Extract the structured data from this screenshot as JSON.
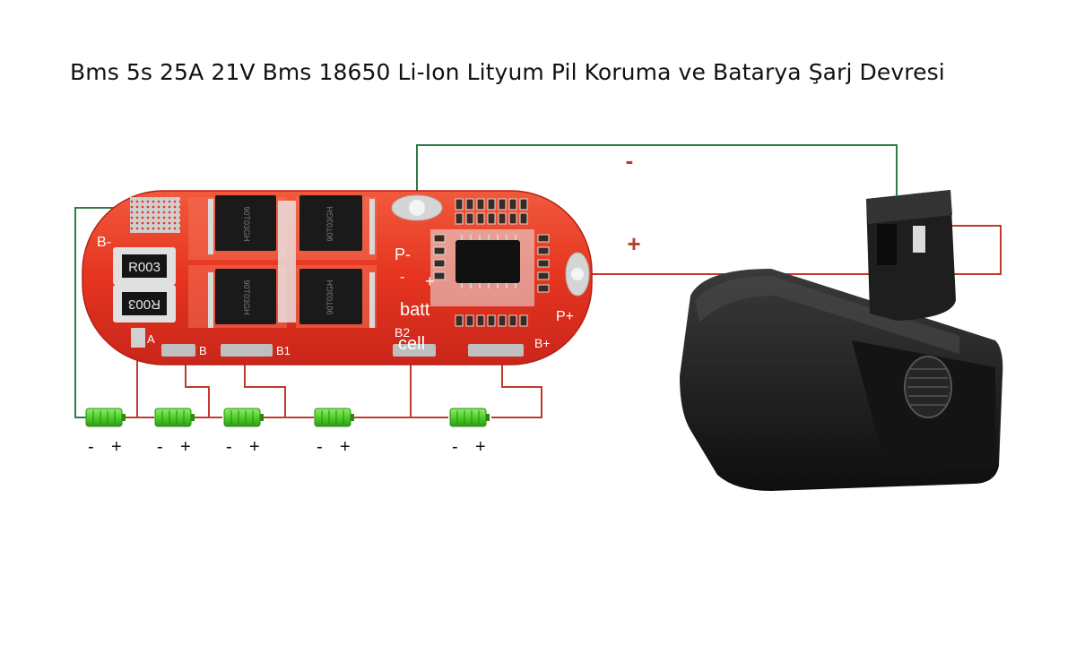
{
  "title": "Bms 5s 25A 21V Bms 18650 Li-Ion Lityum Pil Koruma ve Batarya Şarj Devresi",
  "wire_labels": {
    "negative": "-",
    "positive": "+"
  },
  "board": {
    "pads": {
      "b_minus": "B-",
      "a": "A",
      "b": "B",
      "b1": "B1",
      "b2": "B2",
      "b_plus": "B+",
      "p_minus": "P-",
      "p_plus": "P+"
    },
    "silk": {
      "minus": "-",
      "plus": "+",
      "batt": "batt",
      "cell": "cell"
    },
    "resistors": [
      "R003",
      "R003"
    ],
    "mosfets": [
      "90T03GH",
      "90T03GH",
      "90T03GH",
      "90T03GH"
    ]
  },
  "cells": [
    {
      "minus": "-",
      "plus": "+"
    },
    {
      "minus": "-",
      "plus": "+"
    },
    {
      "minus": "-",
      "plus": "+"
    },
    {
      "minus": "-",
      "plus": "+"
    },
    {
      "minus": "-",
      "plus": "+"
    }
  ],
  "colors": {
    "pcb": "#e5341f",
    "wire_green": "#2f7a4a",
    "wire_red": "#c0392b",
    "cell_green": "#4fcf2a",
    "pack": "#1c1c1c"
  }
}
